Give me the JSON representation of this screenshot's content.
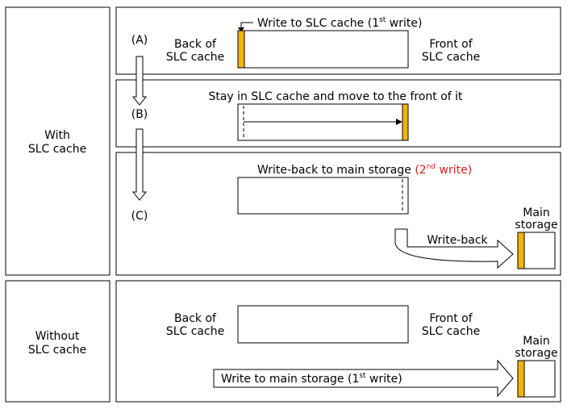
{
  "side_labels": {
    "with_line1": "With",
    "with_line2": "SLC cache",
    "without_line1": "Without",
    "without_line2": "SLC cache"
  },
  "step_labels": {
    "a": "(A)",
    "b": "(B)",
    "c": "(C)"
  },
  "panel_a": {
    "caption_main": "Write to SLC cache (1",
    "caption_sup": "st",
    "caption_end": " write)",
    "back_line1": "Back of",
    "back_line2": "SLC cache",
    "front_line1": "Front of",
    "front_line2": "SLC cache"
  },
  "panel_b": {
    "caption": "Stay in SLC cache and move to the front of it"
  },
  "panel_c": {
    "caption_main": "Write-back to main storage ",
    "caption_red_main": "(2",
    "caption_red_sup": "nd",
    "caption_red_end": " write)",
    "arrow_label": "Write-back",
    "storage_line1": "Main",
    "storage_line2": "storage"
  },
  "panel_d": {
    "back_line1": "Back of",
    "back_line2": "SLC cache",
    "front_line1": "Front of",
    "front_line2": "SLC cache",
    "arrow_main": "Write to main storage (1",
    "arrow_sup": "st",
    "arrow_end": " write)",
    "storage_line1": "Main",
    "storage_line2": "storage"
  },
  "colors": {
    "block": "#f5b400",
    "highlight": "#e0201b"
  }
}
